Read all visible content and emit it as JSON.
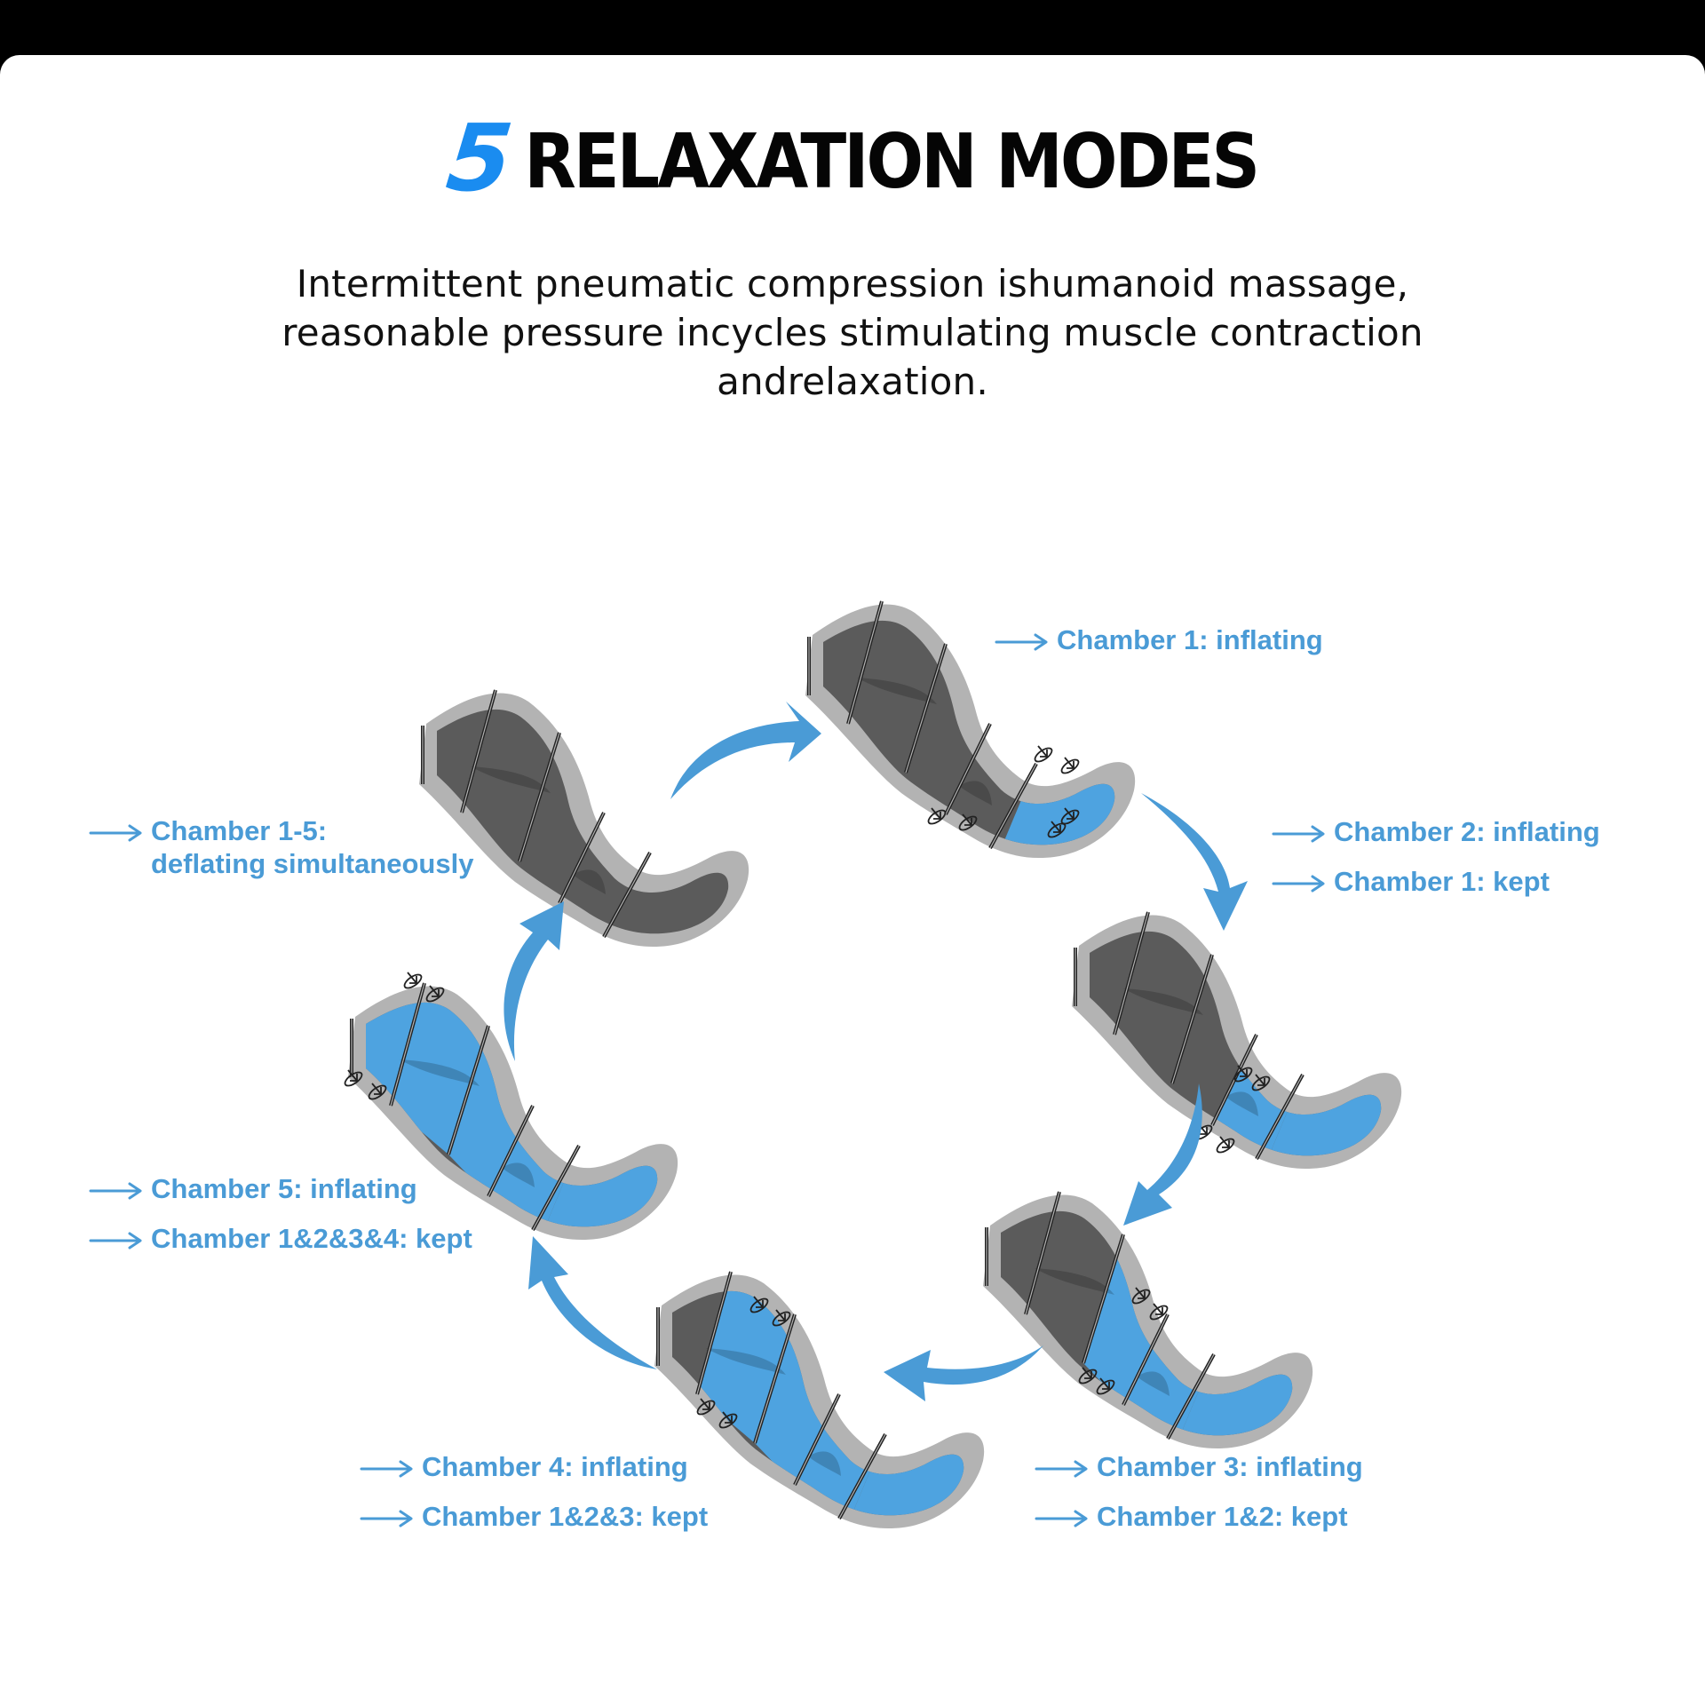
{
  "header": {
    "title_number": "5",
    "title_text": "RELAXATION MODES",
    "subtitle_lines": [
      "Intermittent pneumatic compression ishumanoid massage,",
      "reasonable pressure incycles stimulating muscle contraction",
      "andrelaxation."
    ]
  },
  "colors": {
    "accent_blue": "#1a8cf0",
    "label_blue": "#4a9bd6",
    "inflated_blue": "#4ea3e0",
    "sleeve_gray": "#b3b3b3",
    "deflated_dark": "#5b5b5b",
    "background": "#ffffff",
    "top_bar": "#000000"
  },
  "cycle": [
    {
      "step": "deflating",
      "inflated_chambers": [],
      "labels": [
        "Chamber 1-5:",
        "deflating simultaneously"
      ]
    },
    {
      "step": "chamber-1",
      "inflated_chambers": [
        1
      ],
      "labels": [
        "Chamber 1: inflating"
      ]
    },
    {
      "step": "chamber-2",
      "inflated_chambers": [
        1,
        2
      ],
      "labels": [
        "Chamber 2: inflating",
        "Chamber 1: kept"
      ]
    },
    {
      "step": "chamber-3",
      "inflated_chambers": [
        1,
        2,
        3
      ],
      "labels": [
        "Chamber 3: inflating",
        "Chamber 1&2: kept"
      ]
    },
    {
      "step": "chamber-4",
      "inflated_chambers": [
        1,
        2,
        3,
        4
      ],
      "labels": [
        "Chamber 4: inflating",
        "Chamber 1&2&3: kept"
      ]
    },
    {
      "step": "chamber-5",
      "inflated_chambers": [
        1,
        2,
        3,
        4,
        5
      ],
      "labels": [
        "Chamber 5: inflating",
        "Chamber 1&2&3&4: kept"
      ]
    }
  ],
  "icons": {
    "pointer_arrow": "long-right-arrow-icon",
    "cycle_arrow": "curved-arrow-icon",
    "pressure_arrow": "circular-pressure-arrow-icon"
  }
}
